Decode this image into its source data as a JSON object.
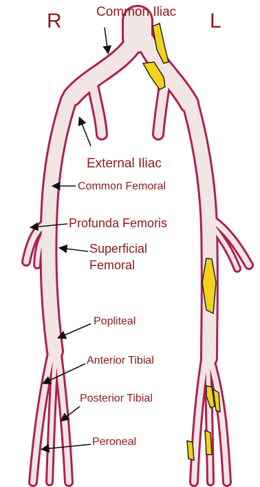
{
  "sides": {
    "right": "R",
    "left": "L"
  },
  "labels": {
    "common_iliac": "Common Iliac",
    "external_iliac": "External Iliac",
    "common_femoral": "Common Femoral",
    "profunda_femoris": "Profunda Femoris",
    "superficial_femoral_line1": "Superficial",
    "superficial_femoral_line2": "Femoral",
    "popliteal": "Popliteal",
    "anterior_tibial": "Anterior Tibial",
    "posterior_tibial": "Posterior Tibial",
    "peroneal": "Peroneal"
  },
  "colors": {
    "vessel_fill": "#f1e6e3",
    "vessel_wall": "#b01e55",
    "plaque": "#f2d21a",
    "label_text": "#8b1a1a",
    "arrow": "#111111"
  }
}
